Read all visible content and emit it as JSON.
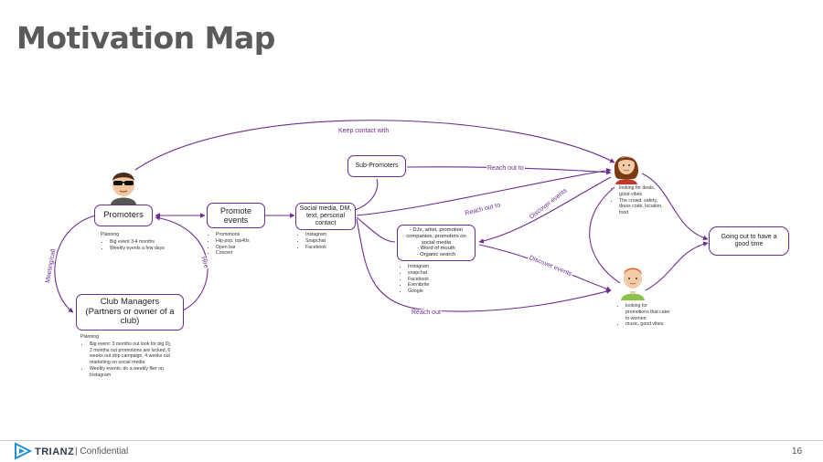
{
  "title": "Motivation Map",
  "colors": {
    "accent": "#6b2d8f",
    "title": "#5b5b5b"
  },
  "nodes": {
    "promoters": "Promoters",
    "promote_events": "Promote events",
    "social_media": "Social media, DM, text, personal contact",
    "sub_promoters": "Sub-Promoters",
    "club_managers": "Club Managers (Partners or owner of a club)",
    "discovery": [
      "- DJs, artist, promotion companies, promoters on social media",
      "- Word of mouth",
      "- Organic search"
    ],
    "going_out": "Going out to have a good time"
  },
  "edge_labels": {
    "keep_contact": "Keep contact with",
    "reach_out_to_sub": "Reach out to",
    "reach_out_to_mid": "Reach out to",
    "discover_events_1": "Discover events",
    "discover_events_2": "Discover events",
    "reach_out": "Reach out",
    "meeting_call": "Meeting/call",
    "hire": "Hire"
  },
  "notes": {
    "promoters": {
      "heading": "Planning",
      "items": [
        "Big event 3-4 months",
        "Weekly events a few days"
      ]
    },
    "promote_events": {
      "items": [
        "Promotions",
        "Hip-pop, top40s",
        "Open bar",
        "Concert"
      ]
    },
    "social_media": {
      "items": [
        "Instagram",
        "Snapchat",
        "Facebook"
      ]
    },
    "discovery": {
      "items": [
        "Instagram",
        "snapchat",
        "Facebook",
        "Eventbrite",
        "Google"
      ]
    },
    "club_managers": {
      "heading": "Planning",
      "items": [
        "Big event: 3 months out look for big Dj, 2 months out promotions are locked, 6 weeks out drip campaign, 4 weeks out marketing on social media",
        "Weekly events: do a weekly flier on Instagram"
      ]
    },
    "female_persona": {
      "items": [
        "looking for deals, good vibes",
        "The crowd, safety, dress code, location, food"
      ]
    },
    "male_persona": {
      "items": [
        "looking for promotions that cater to women",
        "music, good vibes"
      ]
    }
  },
  "icons": {
    "promoter_avatar": "man-with-sunglasses-icon",
    "female_avatar": "woman-avatar-icon",
    "male_avatar": "man-avatar-icon",
    "logo": "trianz-logo-icon"
  },
  "footer": {
    "brand": "TRIANZ",
    "confidential": "| Confidential",
    "page": "16"
  }
}
